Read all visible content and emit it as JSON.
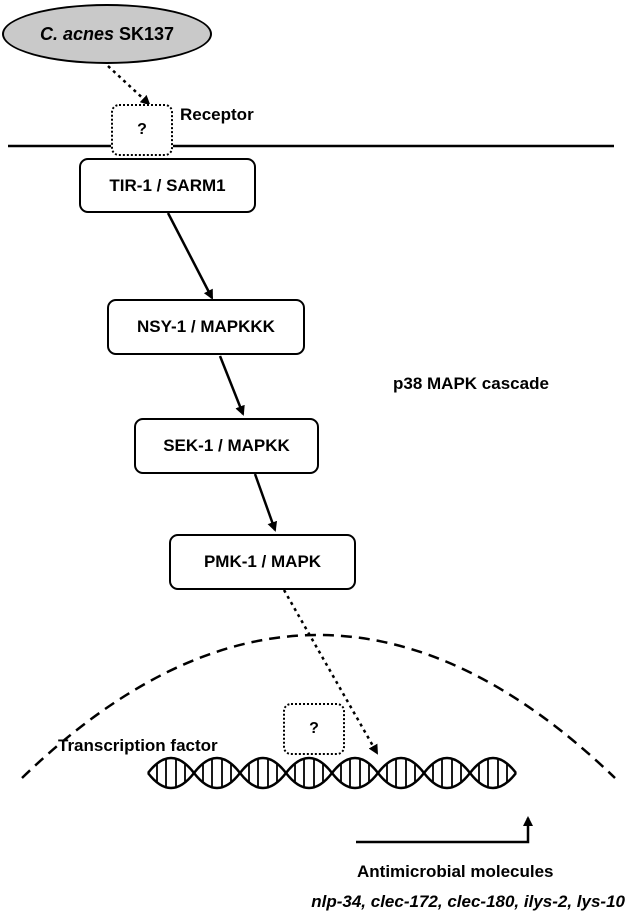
{
  "bacterium": {
    "name_italic": "C. acnes",
    "strain": "SK137"
  },
  "receptor": {
    "label": "Receptor",
    "unknown_symbol": "?"
  },
  "cascade": {
    "label": "p38 MAPK cascade",
    "nodes": [
      "TIR-1 / SARM1",
      "NSY-1 / MAPKKK",
      "SEK-1 / MAPKK",
      "PMK-1 / MAPK"
    ]
  },
  "transcription_factor": {
    "label": "Transcription factor",
    "unknown_symbol": "?"
  },
  "output": {
    "label": "Antimicrobial molecules",
    "genes": "nlp-34,  clec-172,  clec-180,  ilys-2,  lys-10"
  }
}
